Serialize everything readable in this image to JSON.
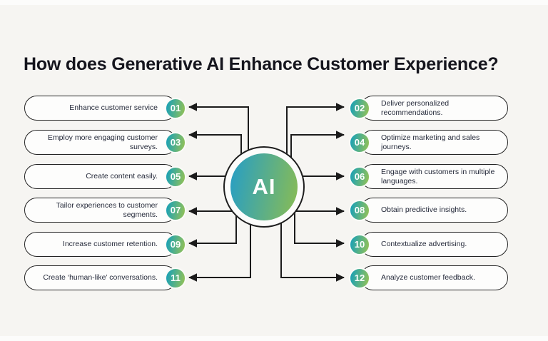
{
  "title": "How does Generative AI Enhance Customer Experience?",
  "center": {
    "label": "AI"
  },
  "colors": {
    "background": "#f6f5f2",
    "pill_fill": "#fdfdfc",
    "outline": "#232323",
    "line": "#1b1b1b",
    "badge_gradient_start": "#1ea2b3",
    "badge_gradient_end": "#8ec05b",
    "center_gradient_start": "#2a9fc1",
    "center_gradient_end": "#85bb58",
    "pill_text": "#262b3b",
    "title_text": "#15151d"
  },
  "left_items": [
    {
      "number": "01",
      "label": "Enhance customer service"
    },
    {
      "number": "03",
      "label": "Employ more engaging customer surveys."
    },
    {
      "number": "05",
      "label": "Create content easily."
    },
    {
      "number": "07",
      "label": "Tailor experiences to customer segments."
    },
    {
      "number": "09",
      "label": "Increase customer retention."
    },
    {
      "number": "11",
      "label": "Create ‘human-like’ conversations."
    }
  ],
  "right_items": [
    {
      "number": "02",
      "label": "Deliver personalized recommendations."
    },
    {
      "number": "04",
      "label": "Optimize marketing and sales journeys."
    },
    {
      "number": "06",
      "label": "Engage with customers in multiple languages."
    },
    {
      "number": "08",
      "label": "Obtain predictive insights."
    },
    {
      "number": "10",
      "label": "Contextualize advertising."
    },
    {
      "number": "12",
      "label": "Analyze customer feedback."
    }
  ]
}
